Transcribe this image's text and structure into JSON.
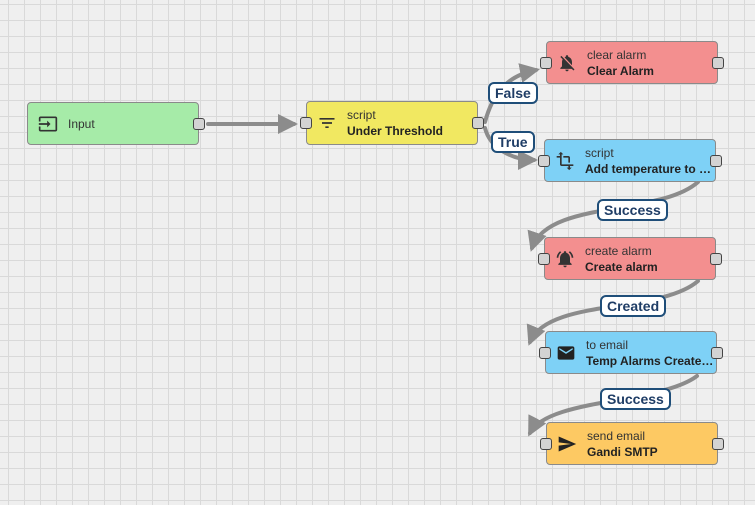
{
  "nodes": {
    "input": {
      "label": "Input",
      "icon": "input-icon",
      "color": "#a6eba8"
    },
    "filter": {
      "type": "script",
      "name": "Under Threshold",
      "icon": "filter-icon",
      "color": "#f1e861"
    },
    "clear_alarm": {
      "type": "clear alarm",
      "name": "Clear Alarm",
      "icon": "bell-off-icon",
      "color": "#f38f8f"
    },
    "transform": {
      "type": "script",
      "name": "Add temperature to m...",
      "icon": "transform-icon",
      "color": "#7ed1f6"
    },
    "create_alarm": {
      "type": "create alarm",
      "name": "Create alarm",
      "icon": "bell-ring-icon",
      "color": "#f38f8f"
    },
    "to_email": {
      "type": "to email",
      "name": "Temp Alarms Created...",
      "icon": "mail-icon",
      "color": "#7ed1f6"
    },
    "send_email": {
      "type": "send email",
      "name": "Gandi SMTP",
      "icon": "send-icon",
      "color": "#fdc963"
    }
  },
  "links": {
    "false": "False",
    "true": "True",
    "success1": "Success",
    "created": "Created",
    "success2": "Success"
  },
  "colors": {
    "link": "#8c8c8c",
    "label_border": "#1f4e79"
  }
}
